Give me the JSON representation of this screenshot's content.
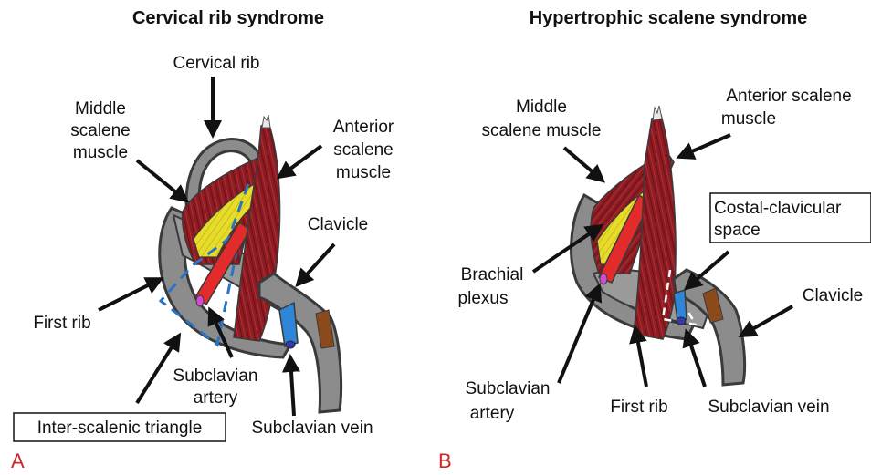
{
  "panel_a": {
    "title": "Cervical rib syndrome",
    "letter": "A",
    "labels": {
      "cervical_rib": "Cervical rib",
      "middle_scalene": [
        "Middle",
        "scalene",
        "muscle"
      ],
      "anterior_scalene": [
        "Anterior",
        "scalene",
        "muscle"
      ],
      "clavicle": "Clavicle",
      "first_rib": "First rib",
      "subclavian_artery": [
        "Subclavian",
        "artery"
      ],
      "inter_scalenic_triangle": "Inter-scalenic triangle",
      "subclavian_vein": "Subclavian vein"
    }
  },
  "panel_b": {
    "title": "Hypertrophic scalene syndrome",
    "letter": "B",
    "labels": {
      "middle_scalene": [
        "Middle",
        "scalene muscle"
      ],
      "anterior_scalene": [
        "Anterior scalene",
        "muscle"
      ],
      "costal_clavicular_space": [
        "Costal-clavicular",
        "space"
      ],
      "brachial_plexus": [
        "Brachial",
        "plexus"
      ],
      "clavicle": "Clavicle",
      "subclavian_artery": [
        "Subclavian",
        "artery"
      ],
      "first_rib": "First rib",
      "subclavian_vein": "Subclavian vein"
    }
  },
  "colors": {
    "bone": "#8c8c8c",
    "bone_outline": "#3a3a3a",
    "muscle": "#8e1b22",
    "muscle_stripe": "#5e0f14",
    "nerve": "#e8dc2a",
    "artery": "#e32b2b",
    "vein": "#2f86d6",
    "triangle_dash": "#2a74c4",
    "clavicle_band": "#8a4a1c",
    "panel_letter": "#d0262d"
  },
  "icons": [
    "arrow-icon"
  ]
}
